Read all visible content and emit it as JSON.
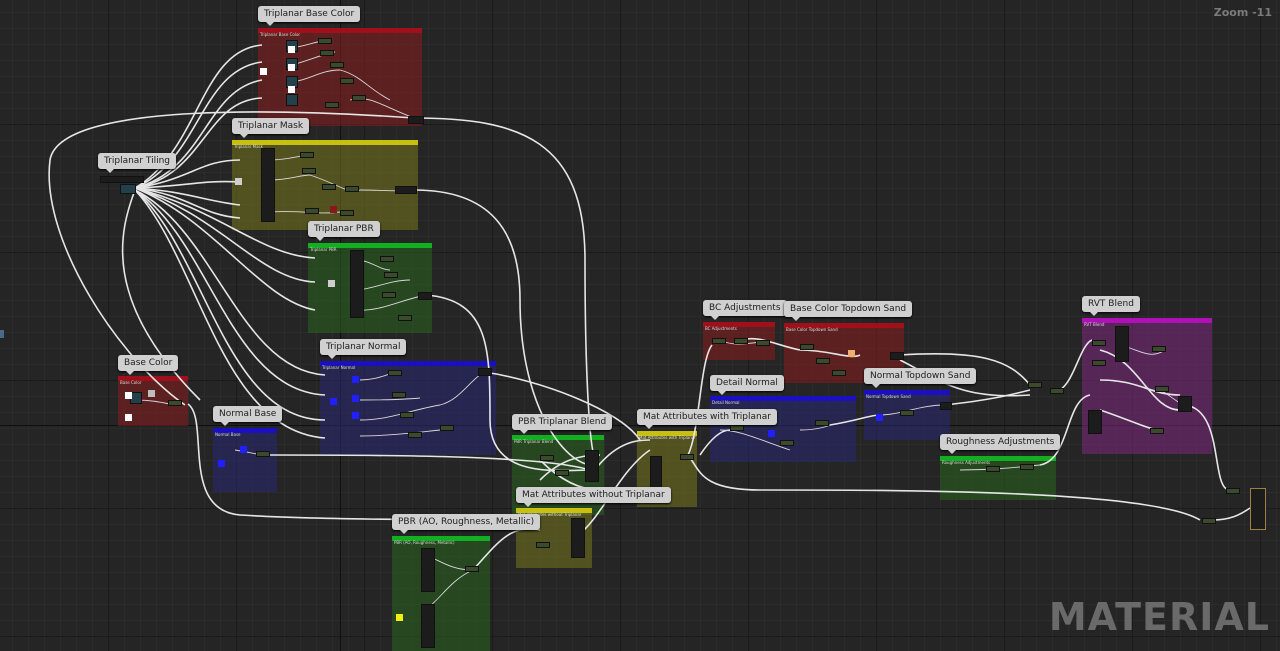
{
  "zoom_label": "Zoom -11",
  "watermark": "MATERIAL",
  "colors": {
    "red": "#a0101a",
    "yellow": "#c8c010",
    "green": "#12b020",
    "blue": "#1a10c0",
    "magenta": "#b010b8",
    "wire": "#e8e8e8"
  },
  "comment_groups": [
    {
      "id": "triplanar-base-color",
      "label": "Triplanar Base Color",
      "color": "red"
    },
    {
      "id": "triplanar-mask",
      "label": "Triplanar Mask",
      "color": "yellow"
    },
    {
      "id": "triplanar-tiling",
      "label": "Triplanar Tiling",
      "color": "none"
    },
    {
      "id": "triplanar-pbr",
      "label": "Triplanar PBR",
      "color": "green"
    },
    {
      "id": "base-color",
      "label": "Base Color",
      "color": "red"
    },
    {
      "id": "normal-base",
      "label": "Normal Base",
      "color": "blue"
    },
    {
      "id": "triplanar-normal",
      "label": "Triplanar Normal",
      "color": "blue"
    },
    {
      "id": "pbr-triplanar-blend",
      "label": "PBR Triplanar Blend",
      "color": "green"
    },
    {
      "id": "mat-attributes-without-triplanar",
      "label": "Mat Attributes without Triplanar",
      "color": "yellow"
    },
    {
      "id": "pbr-ao-roughness-metallic",
      "label": "PBR (AO, Roughness, Metallic)",
      "color": "green"
    },
    {
      "id": "mat-attributes-with-triplanar",
      "label": "Mat Attributes with Triplanar",
      "color": "yellow"
    },
    {
      "id": "bc-adjustments",
      "label": "BC Adjustments",
      "color": "red"
    },
    {
      "id": "base-color-topdown-sand",
      "label": "Base Color Topdown Sand",
      "color": "red"
    },
    {
      "id": "detail-normal",
      "label": "Detail Normal",
      "color": "blue"
    },
    {
      "id": "normal-topdown-sand",
      "label": "Normal Topdown Sand",
      "color": "blue"
    },
    {
      "id": "roughness-adjustments",
      "label": "Roughness Adjustments",
      "color": "green"
    },
    {
      "id": "rvt-blend",
      "label": "RVT Blend",
      "color": "magenta"
    }
  ]
}
